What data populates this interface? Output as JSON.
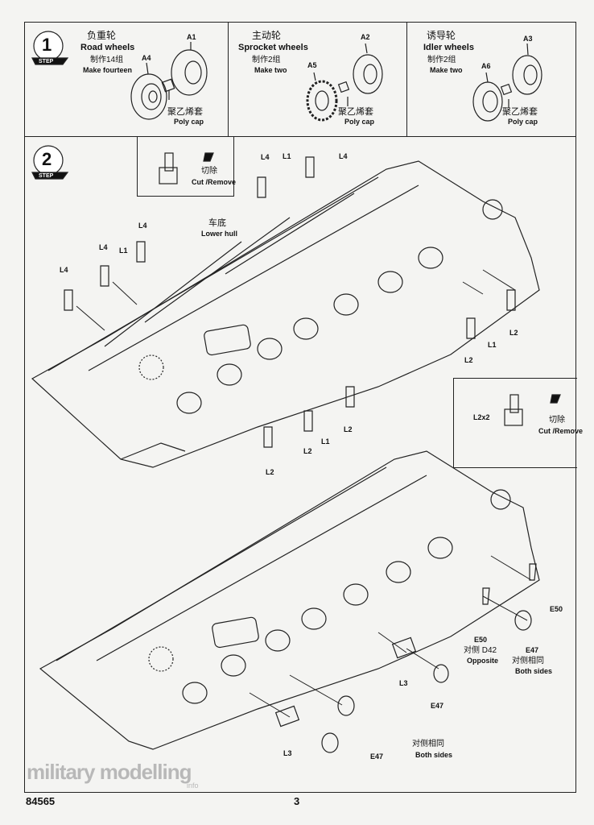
{
  "step1": {
    "step_number": "1",
    "step_word": "STEP",
    "road": {
      "cn": "负重轮",
      "en": "Road wheels",
      "qty_cn": "制作14组",
      "qty_en": "Make fourteen",
      "part_a": "A1",
      "part_b": "A4",
      "cap_cn": "聚乙烯套",
      "cap_en": "Poly cap"
    },
    "sprocket": {
      "cn": "主动轮",
      "en": "Sprocket wheels",
      "qty_cn": "制作2组",
      "qty_en": "Make two",
      "part_a": "A2",
      "part_b": "A5",
      "cap_cn": "聚乙烯套",
      "cap_en": "Poly cap"
    },
    "idler": {
      "cn": "诱导轮",
      "en": "Idler wheels",
      "qty_cn": "制作2组",
      "qty_en": "Make two",
      "part_a": "A3",
      "part_b": "A6",
      "cap_cn": "聚乙烯套",
      "cap_en": "Poly cap"
    }
  },
  "step2": {
    "step_number": "2",
    "step_word": "STEP",
    "cut_cn": "切除",
    "cut_en": "Cut /Remove",
    "hull_cn": "车底",
    "hull_en": "Lower hull",
    "labels": {
      "L1": "L1",
      "L2": "L2",
      "L3": "L3",
      "L4": "L4",
      "L2x2": "L2x2",
      "E47": "E47",
      "E50": "E50",
      "D42": "对侧 D42",
      "opposite": "Opposite",
      "both_cn": "对侧相同",
      "both_en": "Both sides"
    }
  },
  "footer": {
    "code": "84565",
    "page": "3"
  },
  "watermark": {
    "text": "military modelling",
    "sub": "info"
  }
}
